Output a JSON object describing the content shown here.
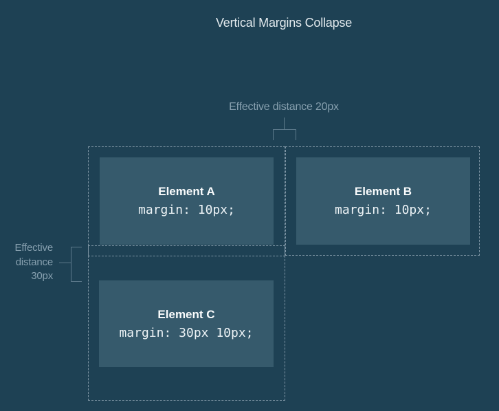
{
  "title": "Vertical Margins Collapse",
  "annotations": {
    "horizontal_gap": {
      "label": "Effective distance 20px"
    },
    "vertical_gap": {
      "label": "Effective distance 30px",
      "lines": [
        "Effective",
        "distance",
        "30px"
      ]
    }
  },
  "elements": [
    {
      "name": "Element A",
      "code": "margin: 10px;"
    },
    {
      "name": "Element B",
      "code": "margin: 10px;"
    },
    {
      "name": "Element C",
      "code": "margin: 30px 10px;"
    }
  ],
  "colors": {
    "background": "#1E4154",
    "box-fill": "#365A6C",
    "dash": "#7E95A4",
    "title-text": "#E3EAEE",
    "muted-text": "#87A0AF",
    "bracket-line": "#5E7B8C",
    "element-name-text": "#FAFCFD",
    "code-text": "#EDF3F6"
  }
}
